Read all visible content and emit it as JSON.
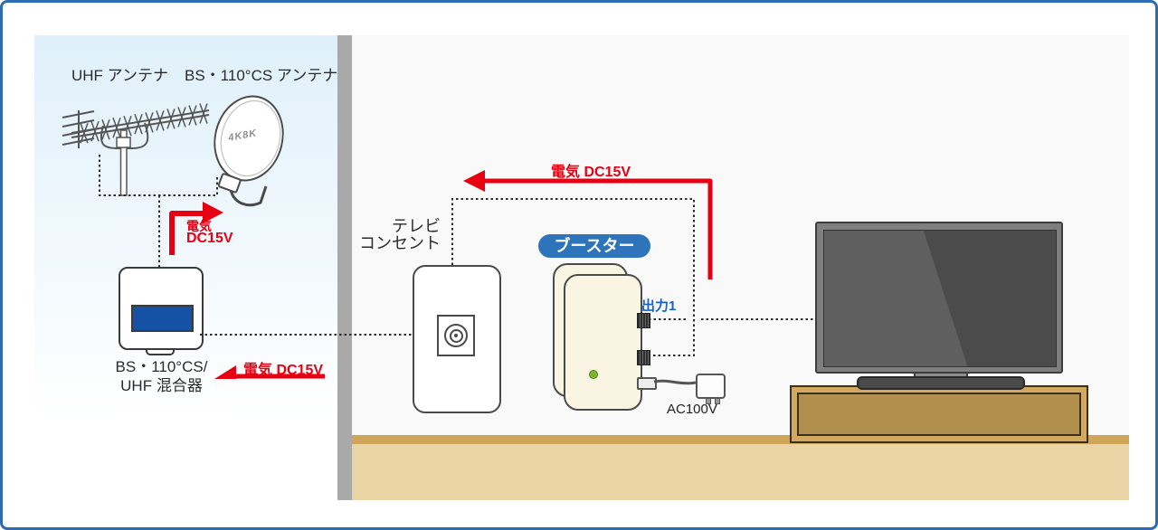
{
  "outdoor": {
    "uhf_antenna_label": "UHF アンテナ",
    "bs_antenna_label": "BS・110°CS アンテナ",
    "dish_logo": "4K8K",
    "mixer_label_line1": "BS・110°CS/",
    "mixer_label_line2": "UHF 混合器",
    "dc_power_word": "電気",
    "dc_power_voltage": "DC15V",
    "dc_power_label": "電気 DC15V"
  },
  "indoor": {
    "tv_outlet_label_line1": "テレビ",
    "tv_outlet_label_line2": "コンセント",
    "booster_label": "ブースター",
    "output1_label": "出力1",
    "ac_power_label": "AC100V",
    "dc_power_label": "電気 DC15V"
  },
  "colors": {
    "accent_red": "#e60012",
    "booster_pill_blue": "#2e74ba",
    "output_label_blue": "#1565c0",
    "frame_border_blue": "#2d6cb0",
    "mixer_panel_blue": "#1552a5",
    "wall_gray": "#a9a9a9",
    "floor_tan": "#e9d4a6",
    "outdoor_sky_blue": "#dff0fa"
  }
}
